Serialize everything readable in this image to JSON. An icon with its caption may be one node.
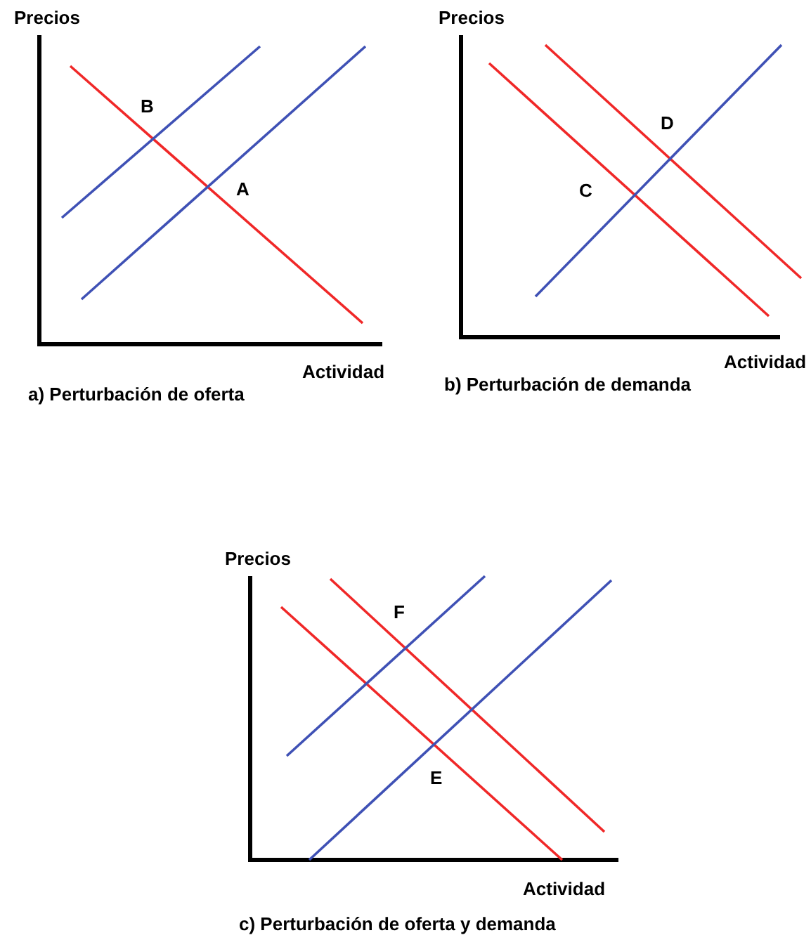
{
  "diagram": {
    "labels": [
      "Precios",
      "B",
      "A",
      "Actividad",
      "a) Perturbación de oferta",
      "Precios",
      "D",
      "C",
      "Actividad",
      "b) Perturbación de demanda",
      "Precios",
      "F",
      "E",
      "Actividad",
      "c) Perturbación de oferta y demanda"
    ]
  }
}
